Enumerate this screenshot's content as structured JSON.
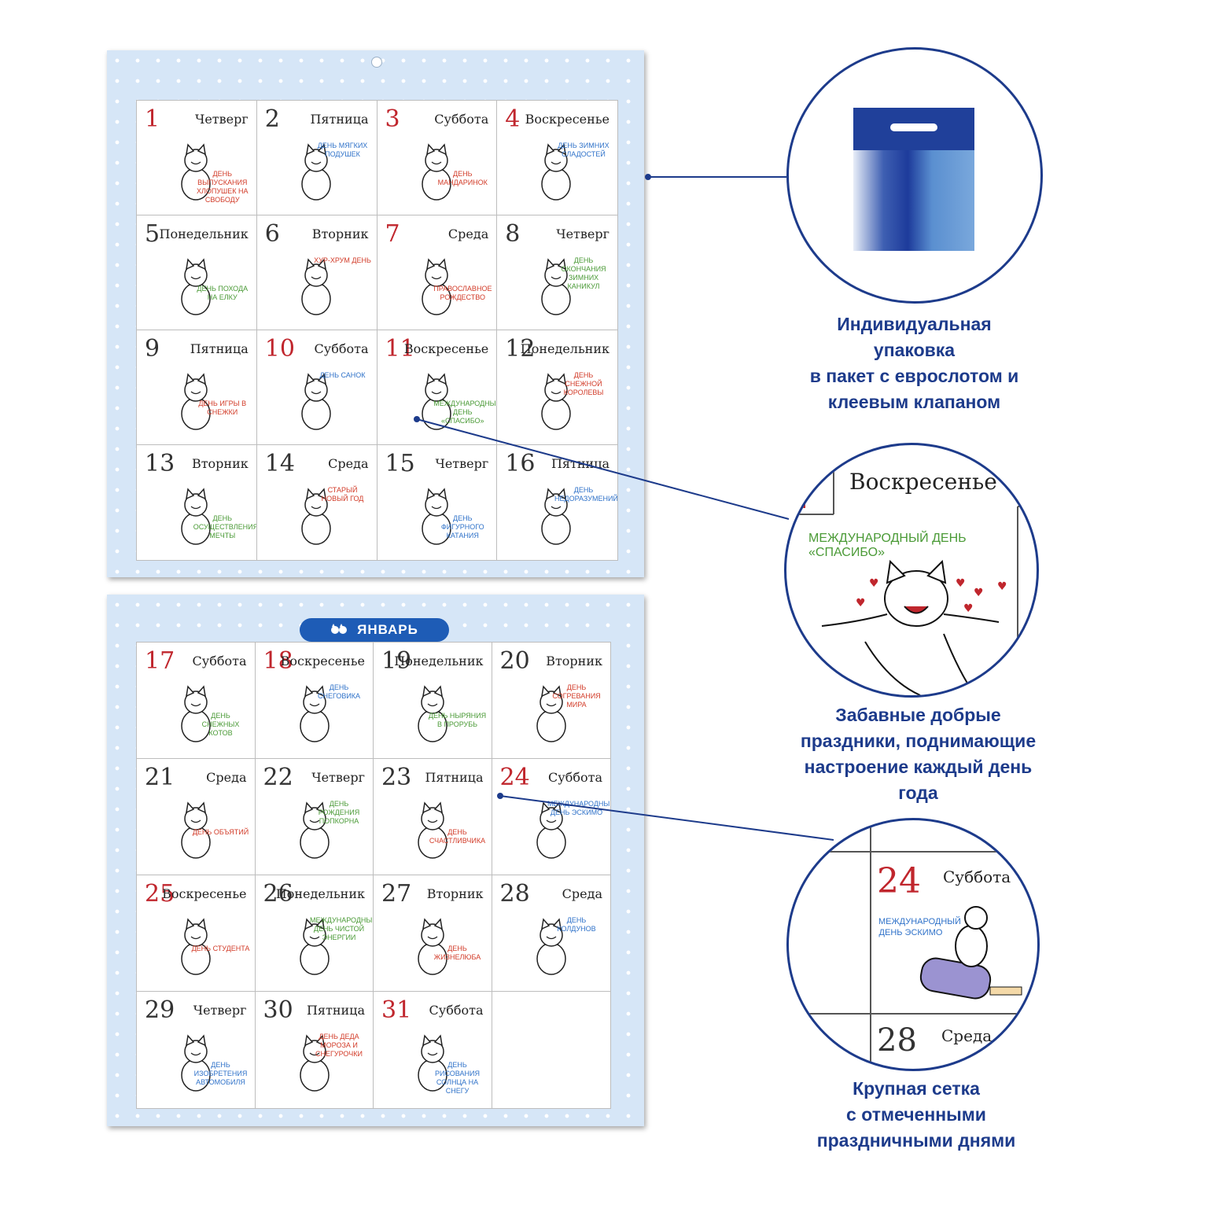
{
  "month_label": "ЯНВАРЬ",
  "captions": {
    "package": [
      "Индивидуальная",
      "упаковка",
      "в пакет с еврослотом и",
      "клеевым клапаном"
    ],
    "holidays": [
      "Забавные добрые",
      "праздники, поднимающие",
      "настроение каждый день",
      "года"
    ],
    "grid": [
      "Крупная сетка",
      "с отмеченными",
      "праздничными днями"
    ]
  },
  "zoom1": {
    "day_name": "Воскресенье",
    "holiday": "Международный день «СПАСИБО»"
  },
  "zoom2": {
    "day_num": "24",
    "day_name": "Суббота",
    "holiday": "Международный День ЭСКИМО",
    "next_num": "28",
    "next_name": "Среда"
  },
  "colors": {
    "accent_blue": "#1d3b8b",
    "badge_blue": "#1e5cb6",
    "red_day": "#c0262d",
    "page_bg": "#d6e6f7"
  },
  "top_days": [
    {
      "num": "1",
      "name": "Четверг",
      "holiday": "День выпускания хлопушек на свободу",
      "red": true,
      "hcolor": "c-red"
    },
    {
      "num": "2",
      "name": "Пятница",
      "holiday": "День мягких подушек",
      "red": false,
      "hcolor": "c-blue"
    },
    {
      "num": "3",
      "name": "Суббота",
      "holiday": "День МАНДАРИНОК",
      "red": true,
      "hcolor": "c-red"
    },
    {
      "num": "4",
      "name": "Воскресенье",
      "holiday": "День зимних сладостей",
      "red": true,
      "hcolor": "c-blue"
    },
    {
      "num": "5",
      "name": "Понедельник",
      "holiday": "День похода НА ЕЛКУ",
      "red": false,
      "hcolor": "c-green"
    },
    {
      "num": "6",
      "name": "Вторник",
      "holiday": "ХУР-ХРУМ день",
      "red": false,
      "hcolor": "c-red"
    },
    {
      "num": "7",
      "name": "Среда",
      "holiday": "ПРАВОСЛАВНОЕ РОЖДЕСТВО",
      "red": true,
      "hcolor": "c-red"
    },
    {
      "num": "8",
      "name": "Четверг",
      "holiday": "День окончания зимних каникул",
      "red": false,
      "hcolor": "c-green"
    },
    {
      "num": "9",
      "name": "Пятница",
      "holiday": "День игры в СНЕЖКИ",
      "red": false,
      "hcolor": "c-red"
    },
    {
      "num": "10",
      "name": "Суббота",
      "holiday": "День САНОК",
      "red": true,
      "hcolor": "c-blue"
    },
    {
      "num": "11",
      "name": "Воскресенье",
      "holiday": "Международный день «СПАСИБО»",
      "red": true,
      "hcolor": "c-green"
    },
    {
      "num": "12",
      "name": "Понедельник",
      "holiday": "День СНЕЖНОЙ КОРОЛЕВЫ",
      "red": false,
      "hcolor": "c-red"
    },
    {
      "num": "13",
      "name": "Вторник",
      "holiday": "День осуществления мечты",
      "red": false,
      "hcolor": "c-green"
    },
    {
      "num": "14",
      "name": "Среда",
      "holiday": "СТАРЫЙ НОВЫЙ ГОД",
      "red": false,
      "hcolor": "c-red"
    },
    {
      "num": "15",
      "name": "Четверг",
      "holiday": "День фигурного катания",
      "red": false,
      "hcolor": "c-blue"
    },
    {
      "num": "16",
      "name": "Пятница",
      "holiday": "День НЕДОРАЗУМЕНИЙ",
      "red": false,
      "hcolor": "c-blue"
    }
  ],
  "bottom_days": [
    {
      "num": "17",
      "name": "Суббота",
      "holiday": "День СНЕЖНЫХ КОТОВ",
      "red": true,
      "hcolor": "c-green"
    },
    {
      "num": "18",
      "name": "Воскресенье",
      "holiday": "День СНЕГОВИКА",
      "red": true,
      "hcolor": "c-blue"
    },
    {
      "num": "19",
      "name": "Понедельник",
      "holiday": "День НЫРЯНИЯ В ПРОРУБЬ",
      "red": false,
      "hcolor": "c-green"
    },
    {
      "num": "20",
      "name": "Вторник",
      "holiday": "День согревания мира",
      "red": false,
      "hcolor": "c-red"
    },
    {
      "num": "21",
      "name": "Среда",
      "holiday": "День объятий",
      "red": false,
      "hcolor": "c-red"
    },
    {
      "num": "22",
      "name": "Четверг",
      "holiday": "День РОЖДЕНИЯ ПОПКОРНА",
      "red": false,
      "hcolor": "c-green"
    },
    {
      "num": "23",
      "name": "Пятница",
      "holiday": "День СЧАСТЛИВЧИКА",
      "red": false,
      "hcolor": "c-red"
    },
    {
      "num": "24",
      "name": "Суббота",
      "holiday": "Международный день ЭСКИМО",
      "red": true,
      "hcolor": "c-blue"
    },
    {
      "num": "25",
      "name": "Воскресенье",
      "holiday": "ДЕНЬ СТУДЕНТА",
      "red": true,
      "hcolor": "c-red"
    },
    {
      "num": "26",
      "name": "Понедельник",
      "holiday": "Международный день чистой энергии",
      "red": false,
      "hcolor": "c-green"
    },
    {
      "num": "27",
      "name": "Вторник",
      "holiday": "День ЖИЗНЕЛЮБА",
      "red": false,
      "hcolor": "c-red"
    },
    {
      "num": "28",
      "name": "Среда",
      "holiday": "День колдунов",
      "red": false,
      "hcolor": "c-blue"
    },
    {
      "num": "29",
      "name": "Четверг",
      "holiday": "День изобретения автомобиля",
      "red": false,
      "hcolor": "c-blue"
    },
    {
      "num": "30",
      "name": "Пятница",
      "holiday": "День деда мороза и снегурочки",
      "red": false,
      "hcolor": "c-red"
    },
    {
      "num": "31",
      "name": "Суббота",
      "holiday": "День рисования солнца на снегу",
      "red": true,
      "hcolor": "c-blue"
    },
    {
      "num": "",
      "name": "",
      "holiday": "",
      "red": false,
      "hcolor": "c-blue"
    }
  ]
}
